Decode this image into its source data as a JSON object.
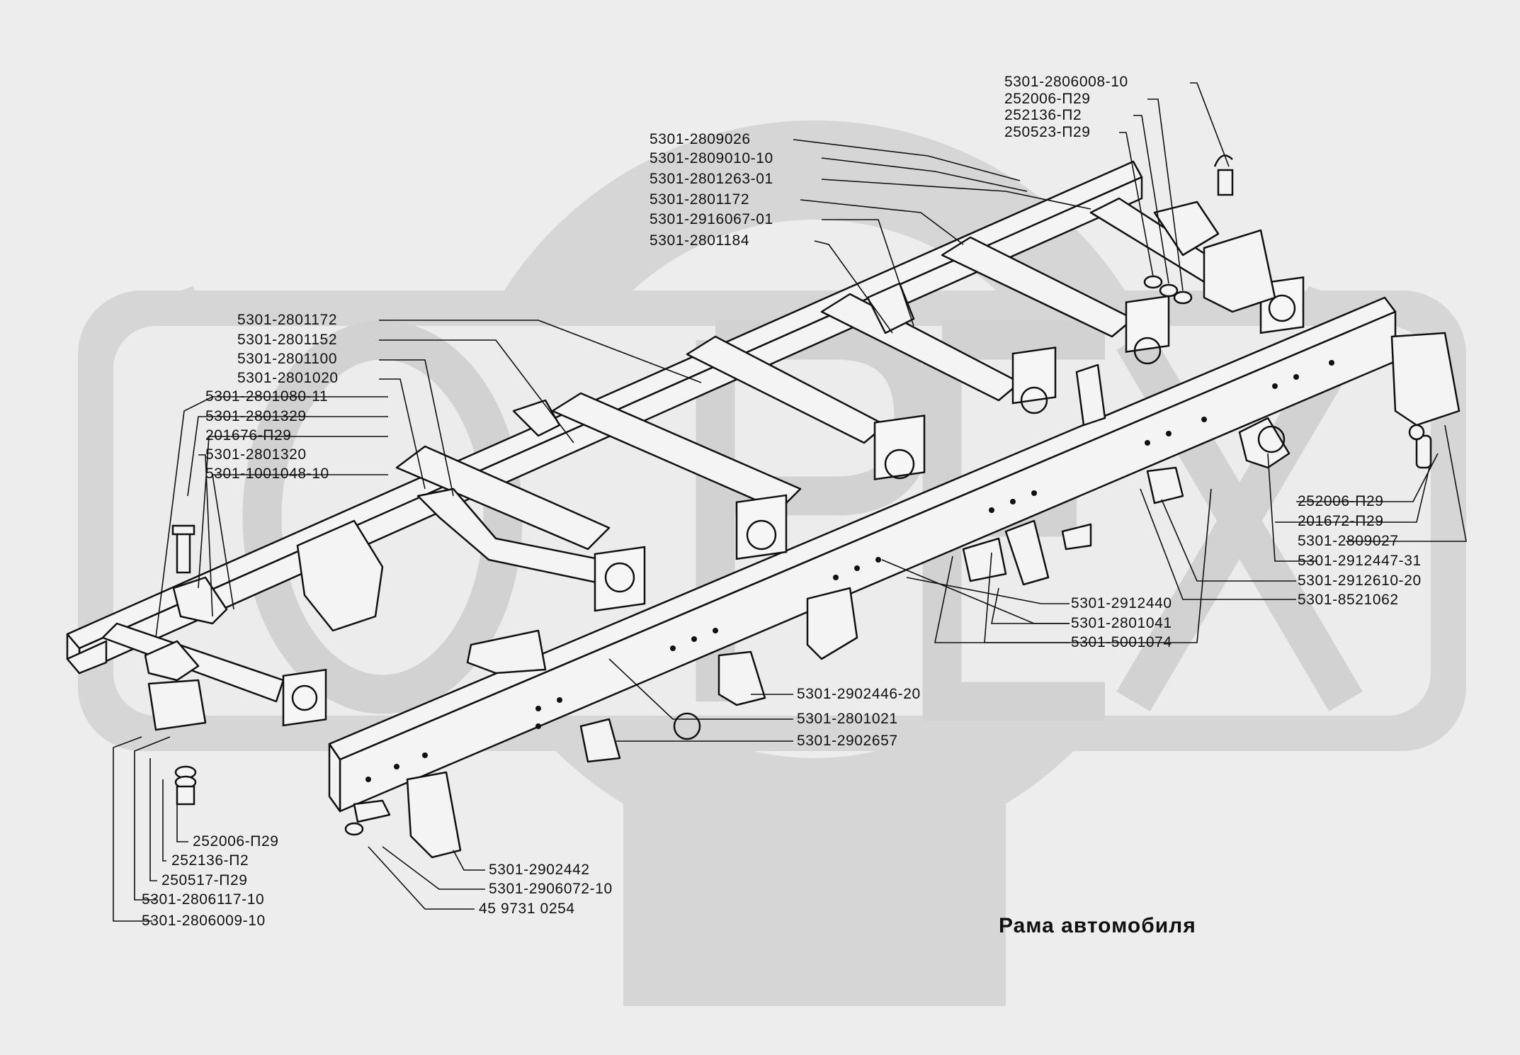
{
  "title": "Рама автомобиля",
  "watermark": "OPEX",
  "colors": {
    "background": "#ededed",
    "watermark": "#d4d4d4",
    "line": "#111111"
  },
  "labels": {
    "L01": "5301-2806008-10",
    "L02": "252006-П29",
    "L03": "252136-П2",
    "L04": "250523-П29",
    "L05": "5301-2809026",
    "L06": "5301-2809010-10",
    "L07": "5301-2801263-01",
    "L08": "5301-2801172",
    "L09": "5301-2916067-01",
    "L10": "5301-2801184",
    "L11": "5301-2801172",
    "L12": "5301-2801152",
    "L13": "5301-2801100",
    "L14": "5301-2801020",
    "L15": "5301-2801080-11",
    "L16": "5301-2801329",
    "L17": "201676-П29",
    "L18": "5301-2801320",
    "L19": "5301-1001048-10",
    "L20": "252006-П29",
    "L21": "201672-П29",
    "L22": "5301-2809027",
    "L23": "5301-2912447-31",
    "L24": "5301-2912610-20",
    "L25": "5301-8521062",
    "L26": "5301-2912440",
    "L27": "5301-2801041",
    "L28": "5301-5001074",
    "L29": "5301-2902446-20",
    "L30": "5301-2801021",
    "L31": "5301-2902657",
    "L32": "252006-П29",
    "L33": "252136-П2",
    "L34": "250517-П29",
    "L35": "5301-2806117-10",
    "L36": "5301-2806009-10",
    "L37": "5301-2902442",
    "L38": "5301-2906072-10",
    "L39": "45 9731 0254"
  }
}
